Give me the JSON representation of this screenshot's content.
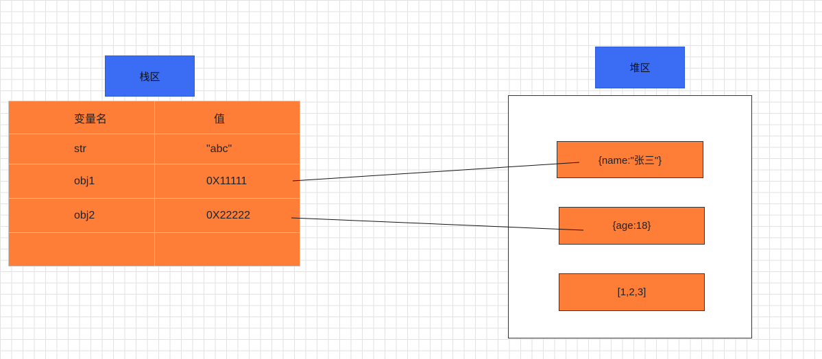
{
  "stack_label": "栈区",
  "heap_label": "堆区",
  "stack_table": {
    "headers": [
      "变量名",
      "值"
    ],
    "rows": [
      [
        "str",
        "\"abc\""
      ],
      [
        "obj1",
        "0X11111"
      ],
      [
        "obj2",
        "0X22222"
      ],
      [
        "",
        ""
      ]
    ]
  },
  "heap_items": [
    "{name:\"张三\"}",
    "{age:18}",
    "[1,2,3]"
  ],
  "colors": {
    "label_fill": "#3a6cf4",
    "cell_fill": "#fe7e38",
    "grid": "#e2e2e2"
  }
}
